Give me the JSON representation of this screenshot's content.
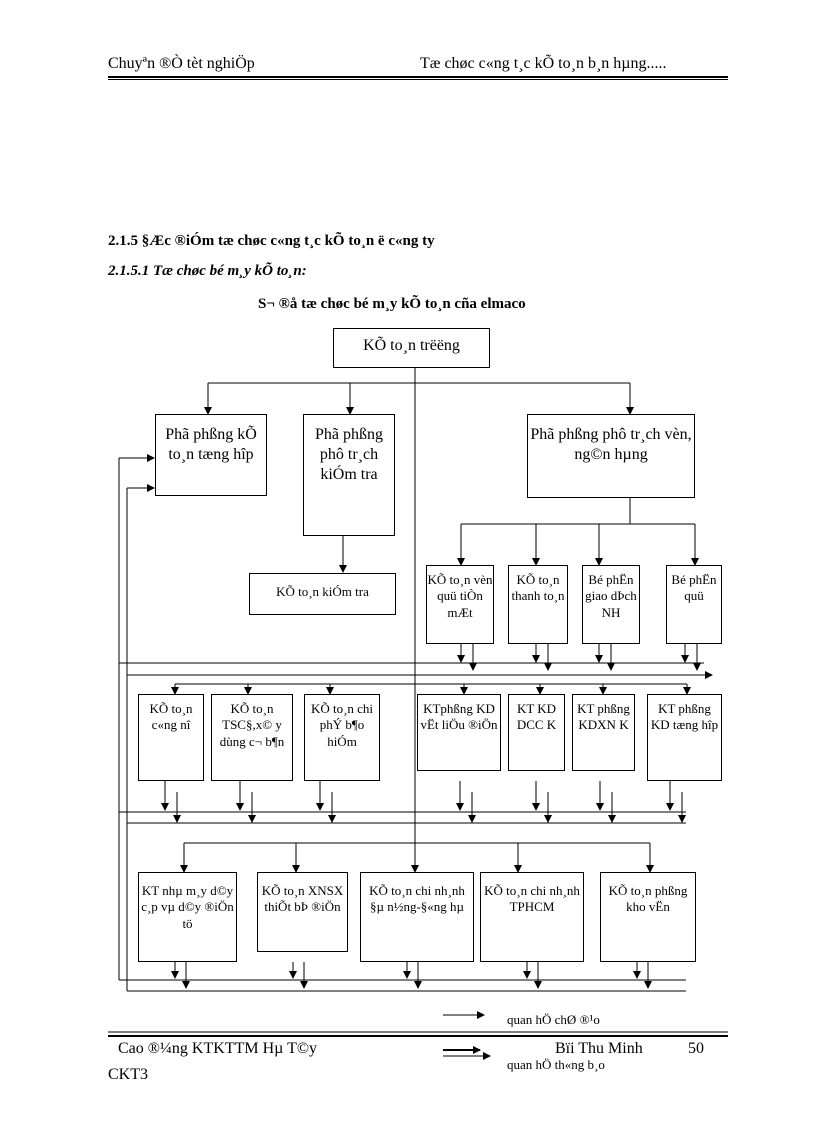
{
  "header": {
    "left": "Chuyªn ®Ò tèt nghiÖp",
    "right": "Tæ chøc c«ng t¸c kÕ to¸n b¸n hµng....."
  },
  "section": {
    "heading": "2.1.5 §Æc ®iÓm tæ chøc c«ng t¸c kÕ to¸n ë c«ng ty",
    "subheading": "2.1.5.1 Tæ chøc bé m¸y kÕ to¸n:"
  },
  "diagram": {
    "title": "S¬ ®å tæ chøc bé m¸y kÕ to¸n cña elmaco",
    "root": "KÕ to¸n trëëng",
    "level1": {
      "left": "Phã phßng kÕ to¸n tæng hîp",
      "middle": "Phã phßng phô tr¸ch kiÓm tra",
      "right": "Phã phßng phô tr¸ch vèn, ng©n hµng"
    },
    "inspection": "KÕ to¸n kiÓm tra",
    "right_units": [
      "KÕ to¸n vèn quü tiÒn mÆt",
      "KÕ to¸n thanh to¸n",
      "Bé phËn giao dÞch NH",
      "Bé phËn quü"
    ],
    "left_units": [
      "KÕ to¸n c«ng nî",
      "KÕ to¸n TSC§,x© y dùng c¬ b¶n",
      "KÕ to¸n chi phÝ b¶o hiÓm"
    ],
    "business_units": [
      "KTphßng KD vËt liÖu ®iÖn",
      "KT KD DCC K",
      "KT phßng KDXN K",
      "KT phßng KD tæng hîp"
    ],
    "branch_units": [
      "KT nhµ m¸y d©y c¸p vµ d©y ®iÖn tö",
      "KÕ to¸n XNSX thiÕt bÞ ®iÖn",
      "KÕ to¸n chi nh¸nh §µ n½ng-§«ng hµ",
      "KÕ to¸n chi nh¸nh TPHCM",
      "KÕ to¸n phßng kho vËn"
    ]
  },
  "legend": {
    "direct": "quan hÖ chØ ®¹o",
    "report": "quan hÖ th«ng b¸o"
  },
  "footer": {
    "left_line1": "Cao ®¼ng KTKTTM Hµ T©y",
    "left_line2": "CKT3",
    "author": "Bïi Thu Minh",
    "page": "50"
  }
}
